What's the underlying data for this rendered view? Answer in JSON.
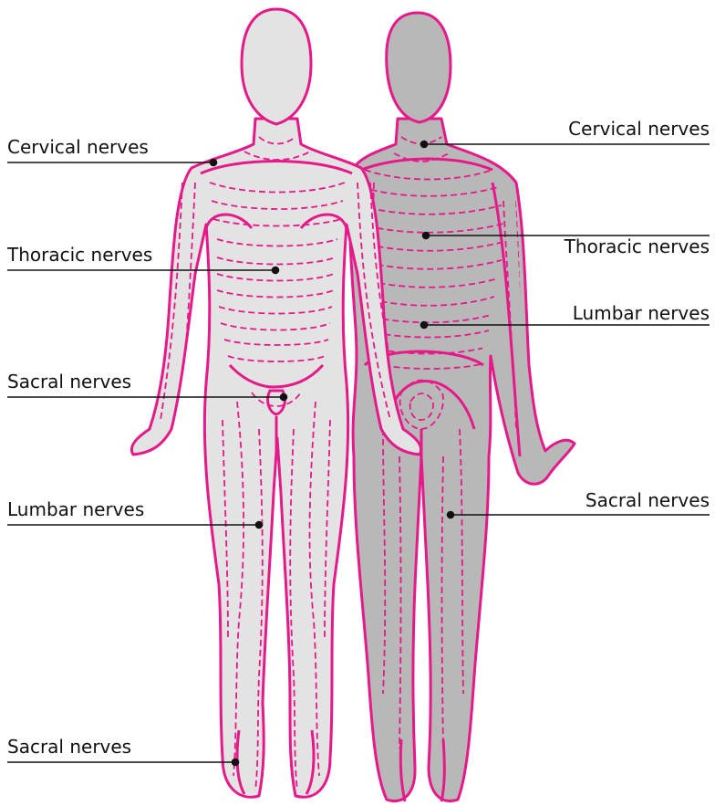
{
  "labels": {
    "left": [
      "Cervical nerves",
      "Thoracic nerves",
      "Sacral nerves",
      "Lumbar nerves",
      "Sacral nerves"
    ],
    "right": [
      "Cervical nerves",
      "Thoracic nerves",
      "Lumbar nerves",
      "Sacral nerves"
    ]
  },
  "colors": {
    "nerve_line": "#e6198a",
    "front_body_fill": "#e3e3e3",
    "back_body_fill": "#b8b8b8",
    "leader_line": "#111111",
    "text": "#111111"
  }
}
